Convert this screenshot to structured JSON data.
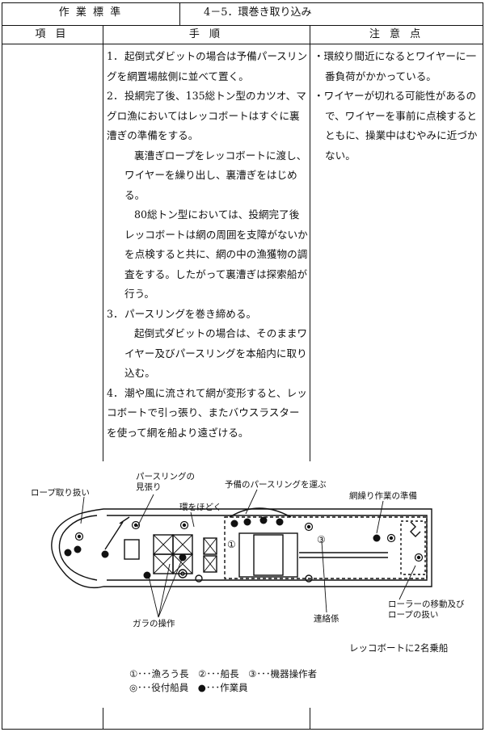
{
  "header": {
    "label": "作 業 標 準",
    "title": "4－5．環巻き取り込み"
  },
  "columns": {
    "item": "項 目",
    "procedure": "手 順",
    "notes": "注 意 点"
  },
  "procedure": {
    "step1_num": "1．",
    "step1": "起倒式ダビットの場合は予備パースリングを網置場舷側に並べて置く。",
    "step2_num": "2．",
    "step2": "投網完了後、135総トン型のカツオ、マグロ漁においてはレッコボートはすぐに裏漕ぎの準備をする。",
    "step2_p2": "裏漕ぎロープをレッコボートに渡し、ワイヤーを繰り出し、裏漕ぎをはじめる。",
    "step2_p3": "80総トン型においては、投網完了後レッコボートは網の周囲を支障がないかを点検すると共に、網の中の漁獲物の調査をする。したがって裏漕ぎは探索船が行う。",
    "step3_num": "3．",
    "step3": "パースリングを巻き締める。",
    "step3_p2": "起倒式ダビットの場合は、そのままワイヤー及びパースリングを本船内に取り込む。",
    "step4_num": "4．",
    "step4": "潮や風に流されて網が変形すると、レッコボートで引っ張り、またバウスラスターを使って網を船より遠ざける。"
  },
  "notes": [
    "・環絞り間近になるとワイヤーに一番負荷がかかっている。",
    "・ワイヤーが切れる可能性があるので、ワイヤーを事前に点検するとともに、操業中はむやみに近づかない。"
  ],
  "diagram": {
    "rope_handling": "ロープ取り扱い",
    "purse_ring_watch": "パースリングの\n見張り",
    "ring_release": "環をほどく",
    "spare_ring": "予備のパースリングを運ぶ",
    "net_prep": "網繰り作業の準備",
    "gara": "ガラの操作",
    "liaison": "連絡係",
    "roller": "ローラーの移動及び\nロープの扱い",
    "lekko_crew": "レッコボートに2名乗船",
    "marker1": "①",
    "marker3": "③"
  },
  "legend": {
    "line1": "①･･･漁ろう長　②･･･船長　③･･･機器操作者",
    "line2": "◎･･･役付船員　●･･･作業員"
  }
}
